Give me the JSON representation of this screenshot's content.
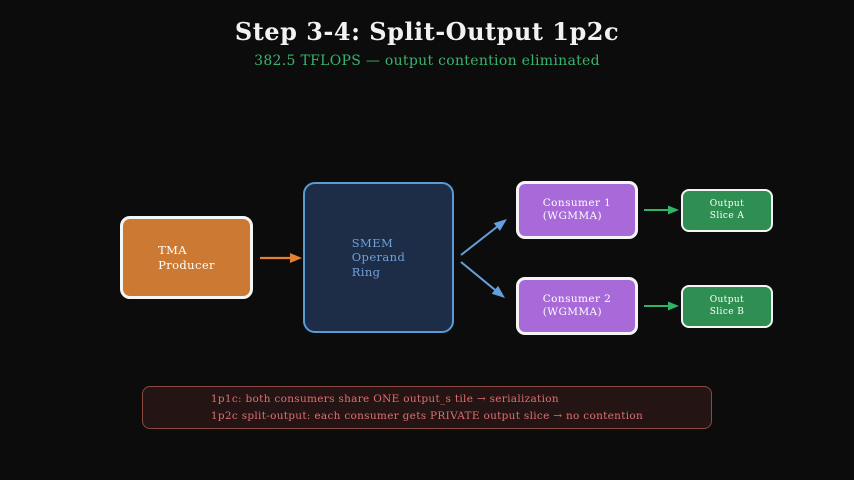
{
  "header": {
    "title": "Step 3-4: Split-Output 1p2c",
    "subtitle": "382.5 TFLOPS — output contention eliminated"
  },
  "nodes": {
    "tma": {
      "label": "TMA\nProducer"
    },
    "smem": {
      "label": "SMEM\nOperand\nRing"
    },
    "consumer1": {
      "label": "Consumer 1\n(WGMMA)"
    },
    "consumer2": {
      "label": "Consumer 2\n(WGMMA)"
    },
    "output_a": {
      "label": "Output\nSlice A"
    },
    "output_b": {
      "label": "Output\nSlice B"
    }
  },
  "note": {
    "line1": "1p1c: both consumers share ONE output_s tile → serialization",
    "line2": "1p2c split-output: each consumer gets PRIVATE output slice → no contention"
  },
  "colors": {
    "background": "#0c0c0c",
    "title_text": "#f2f2f2",
    "subtitle_green": "#35b56e",
    "tma_orange": "#cc7a33",
    "smem_fill": "#1d2d47",
    "smem_border": "#5b9bd5",
    "smem_text": "#6fa0d8",
    "consumer_purple": "#a76ad8",
    "output_green": "#2f8f52",
    "note_fill": "#241414",
    "note_border": "#8a4a42",
    "note_text": "#df6f6f",
    "arrow_orange": "#e5802f",
    "arrow_blue": "#64a0dc",
    "arrow_green": "#2eb567"
  }
}
